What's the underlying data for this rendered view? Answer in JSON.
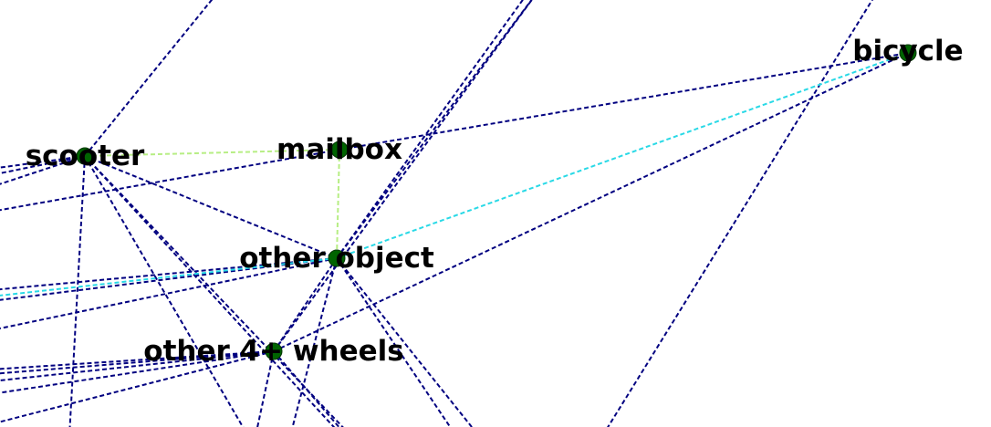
{
  "graph": {
    "nodes": [
      {
        "id": "scooter",
        "label": "scooter"
      },
      {
        "id": "mailbox",
        "label": "mailbox"
      },
      {
        "id": "bicycle",
        "label": "bicycle"
      },
      {
        "id": "other_object",
        "label": "other object"
      },
      {
        "id": "other_4_wheels",
        "label": "other 4+ wheels"
      }
    ],
    "edges": [
      {
        "from": "scooter",
        "to": "mailbox",
        "color": "#b7ee84"
      },
      {
        "from": "mailbox",
        "to": "other_object",
        "color": "#b7ee84"
      },
      {
        "from": "other_object",
        "to": "bicycle",
        "color": "#29d9e6"
      },
      {
        "from": "scooter",
        "to": "other_object",
        "color": "#000080"
      },
      {
        "from": "other_4_wheels",
        "to": "bicycle",
        "color": "#000080"
      },
      {
        "from": "other_object",
        "to": "other_4_wheels",
        "color": "#000080"
      }
    ],
    "colors": {
      "node_fill": "#006400",
      "node_stroke": "#003300",
      "edge_default": "#000080",
      "edge_light_green": "#b7ee84",
      "edge_cyan": "#29d9e6",
      "label": "#000000"
    }
  }
}
